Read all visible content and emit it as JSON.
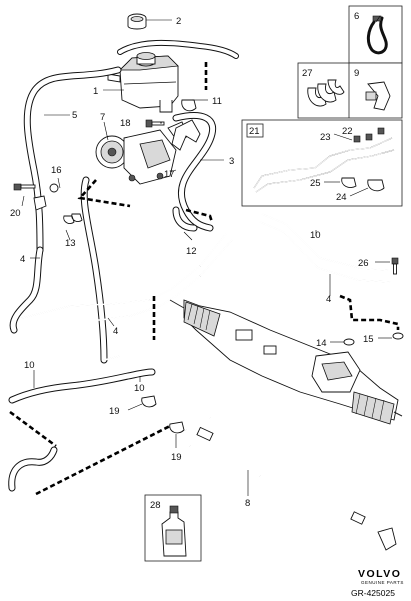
{
  "brand": {
    "name": "VOLVO",
    "tagline": "GENUINE PARTS"
  },
  "reference_code": "GR-425025",
  "callouts": {
    "c1": "1",
    "c2": "2",
    "c3": "3",
    "c4a": "4",
    "c4b": "4",
    "c4c": "4",
    "c5": "5",
    "c6": "6",
    "c7": "7",
    "c8": "8",
    "c9": "9",
    "c10a": "10",
    "c10b": "10",
    "c10c": "10",
    "c11": "11",
    "c12": "12",
    "c13": "13",
    "c14": "14",
    "c15": "15",
    "c16": "16",
    "c17": "17",
    "c18": "18",
    "c19a": "19",
    "c19b": "19",
    "c20": "20",
    "c21": "21",
    "c22": "22",
    "c23": "23",
    "c24": "24",
    "c25": "25",
    "c26": "26",
    "c27": "27",
    "c28": "28"
  }
}
